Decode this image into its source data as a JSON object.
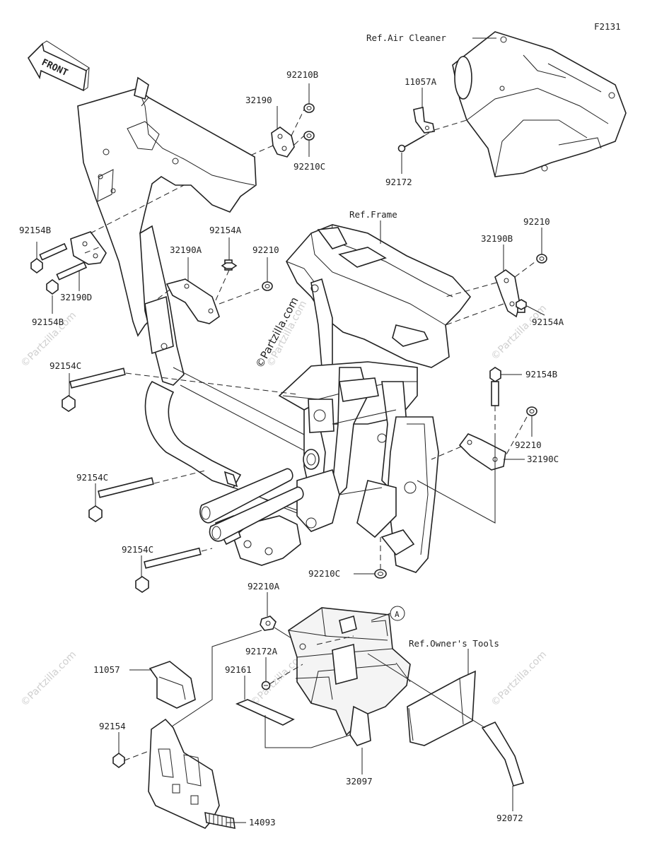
{
  "figure_code": "F2131",
  "front_label": "FRONT",
  "watermark": "©Partzilla.com",
  "refs": {
    "air_cleaner": "Ref.Air Cleaner",
    "frame": "Ref.Frame",
    "owners_tools": "Ref.Owner's Tools"
  },
  "circle_ref": "A",
  "callouts": {
    "p92210B": "92210B",
    "p32190": "32190",
    "p92210C_top": "92210C",
    "p11057A": "11057A",
    "p92172": "92172",
    "p92154B_l1": "92154B",
    "p92154B_l2": "92154B",
    "p32190D": "32190D",
    "p92154A_l": "92154A",
    "p32190A": "32190A",
    "p92210_m": "92210",
    "p32190B": "32190B",
    "p92210_r": "92210",
    "p92154A_r": "92154A",
    "p92154C_1": "92154C",
    "p92154B_r": "92154B",
    "p92210_r2": "92210",
    "p32190C": "32190C",
    "p92154C_2": "92154C",
    "p92154C_3": "92154C",
    "p92210C_b": "92210C",
    "p92210A": "92210A",
    "p92172A": "92172A",
    "p11057": "11057",
    "p92161": "92161",
    "p92154": "92154",
    "p32097": "32097",
    "p14093": "14093",
    "p92072": "92072"
  }
}
